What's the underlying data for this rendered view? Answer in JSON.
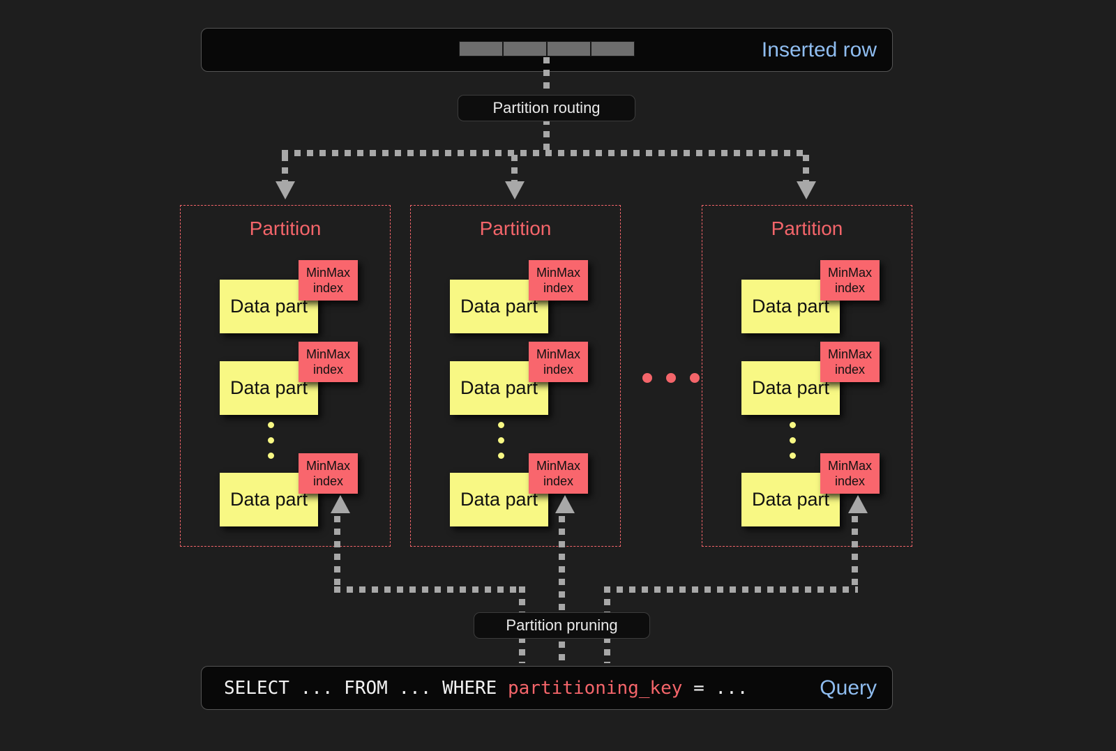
{
  "diagram": {
    "title": "ClickHouse partitioning: insert routing and query pruning",
    "background_color": "#1e1e1e",
    "accent_red": "#f4656a",
    "accent_yellow": "#f8f884",
    "accent_blue": "#8fbdf0"
  },
  "inserted_row": {
    "label": "Inserted row",
    "cell_count": 4,
    "cell_color": "#6e6e6e"
  },
  "routing": {
    "label": "Partition routing"
  },
  "pruning": {
    "label": "Partition pruning"
  },
  "query": {
    "label": "Query",
    "prefix": "SELECT ... FROM ... WHERE ",
    "key": "partitioning_key",
    "suffix": " = ..."
  },
  "partitions": [
    {
      "title": "Partition",
      "parts": [
        {
          "label": "Data part",
          "index_label_line1": "MinMax",
          "index_label_line2": "index"
        },
        {
          "label": "Data part",
          "index_label_line1": "MinMax",
          "index_label_line2": "index"
        },
        {
          "label": "Data part",
          "index_label_line1": "MinMax",
          "index_label_line2": "index"
        }
      ],
      "ellipsis_dots": 3
    },
    {
      "title": "Partition",
      "parts": [
        {
          "label": "Data part",
          "index_label_line1": "MinMax",
          "index_label_line2": "index"
        },
        {
          "label": "Data part",
          "index_label_line1": "MinMax",
          "index_label_line2": "index"
        },
        {
          "label": "Data part",
          "index_label_line1": "MinMax",
          "index_label_line2": "index"
        }
      ],
      "ellipsis_dots": 3
    },
    {
      "title": "Partition",
      "parts": [
        {
          "label": "Data part",
          "index_label_line1": "MinMax",
          "index_label_line2": "index"
        },
        {
          "label": "Data part",
          "index_label_line1": "MinMax",
          "index_label_line2": "index"
        },
        {
          "label": "Data part",
          "index_label_line1": "MinMax",
          "index_label_line2": "index"
        }
      ],
      "ellipsis_dots": 3
    }
  ],
  "between_partitions_ellipsis_dots": 3
}
